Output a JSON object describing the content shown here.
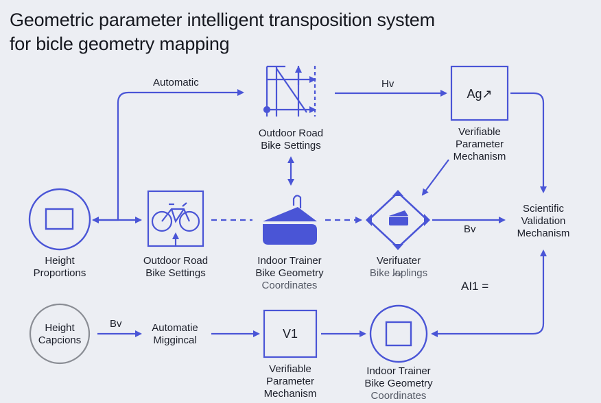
{
  "title": {
    "line1": "Geometric parameter intelligent transposition system",
    "line2": "for bicle geometry mapping"
  },
  "colors": {
    "accent": "#4a55d6",
    "grey": "#8a8d94",
    "background": "#eceef3"
  },
  "edge_labels": {
    "automatic": "Automatic",
    "hv": "Hv",
    "bv_right": "Bv",
    "bv_bottom": "Bv",
    "ai1": "AI1 ="
  },
  "nodes": {
    "outdoor_top": {
      "line1": "Outdoor Road",
      "line2": "Bike Settings",
      "icon": "geometry-grid-icon"
    },
    "verifiable_top": {
      "box_text": "Ag↗",
      "line1": "Verifiable",
      "line2": "Parameter",
      "line3": "Mechanism"
    },
    "height_proportions": {
      "line1": "Height",
      "line2": "Proportions",
      "icon": "circle-square-icon"
    },
    "outdoor_mid": {
      "line1": "Outdoor Road",
      "line2": "Bike Settings",
      "icon": "bicycle-icon"
    },
    "indoor_mid": {
      "line1": "Indoor Trainer",
      "line2": "Bike Geometry",
      "line3": "Coordinates",
      "icon": "indoor-trainer-icon"
    },
    "verifuater": {
      "line1": "Verifuater",
      "line2": "Bike l̷a̷plings",
      "icon": "diamond-trainer-icon"
    },
    "scientific": {
      "line1": "Scientific",
      "line2": "Validation",
      "line3": "Mechanism"
    },
    "height_capcions": {
      "line1": "Height",
      "line2": "Capcions"
    },
    "automatie": {
      "line1": "Automatie",
      "line2": "Miggincаl"
    },
    "verifiable_bottom": {
      "box_text": "V1",
      "line1": "Verifiable",
      "line2": "Parameter",
      "line3": "Mechanism"
    },
    "indoor_bottom": {
      "line1": "Indoor Trainer",
      "line2": "Bike Geometry",
      "line3": "Coordinates",
      "icon": "circle-square-icon"
    }
  }
}
